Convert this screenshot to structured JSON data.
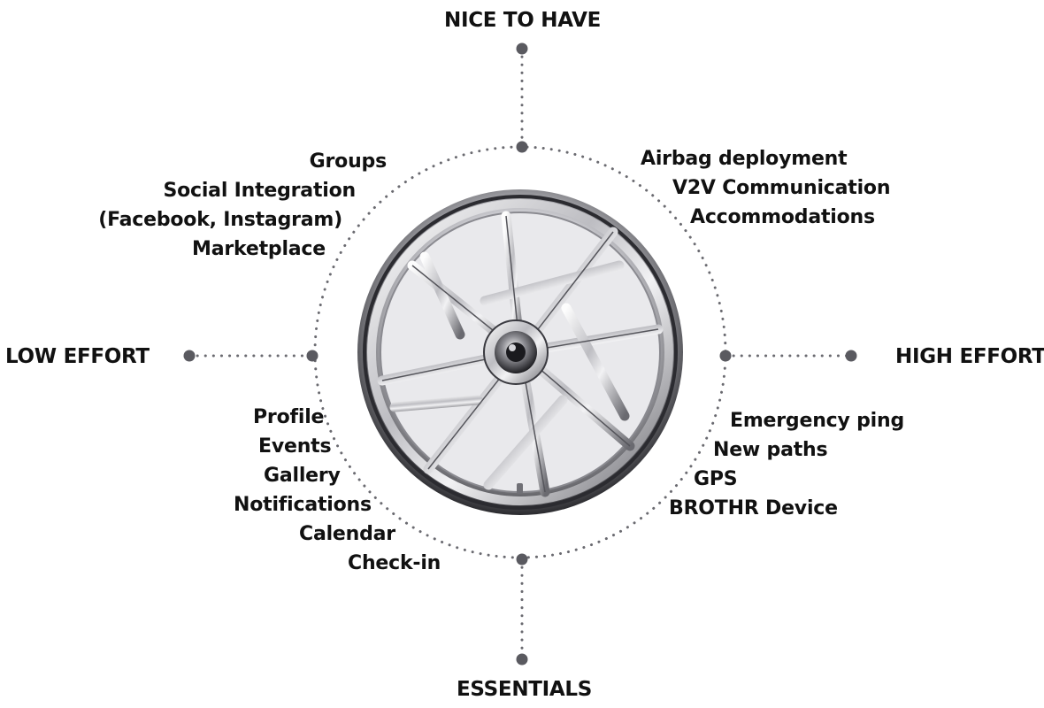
{
  "axes": {
    "top": "NICE TO HAVE",
    "bottom": "ESSENTIALS",
    "left": "LOW EFFORT",
    "right": "HIGH EFFORT"
  },
  "quadrants": {
    "top_left": [
      "Groups",
      "Social Integration",
      "(Facebook, Instagram)",
      "Marketplace"
    ],
    "top_right": [
      "Airbag deployment",
      "V2V Communication",
      "Accommodations"
    ],
    "bottom_left": [
      "Profile",
      "Events",
      "Gallery",
      "Notifications",
      "Calendar",
      "Check-in"
    ],
    "bottom_right": [
      "Emergency ping",
      "New paths",
      "GPS",
      "BROTHR Device"
    ]
  },
  "colors": {
    "dot": "#5a5a60",
    "text": "#111111",
    "rim": "#9a9aa0"
  },
  "icons": {
    "center": "motorcycle-wheel-icon"
  }
}
